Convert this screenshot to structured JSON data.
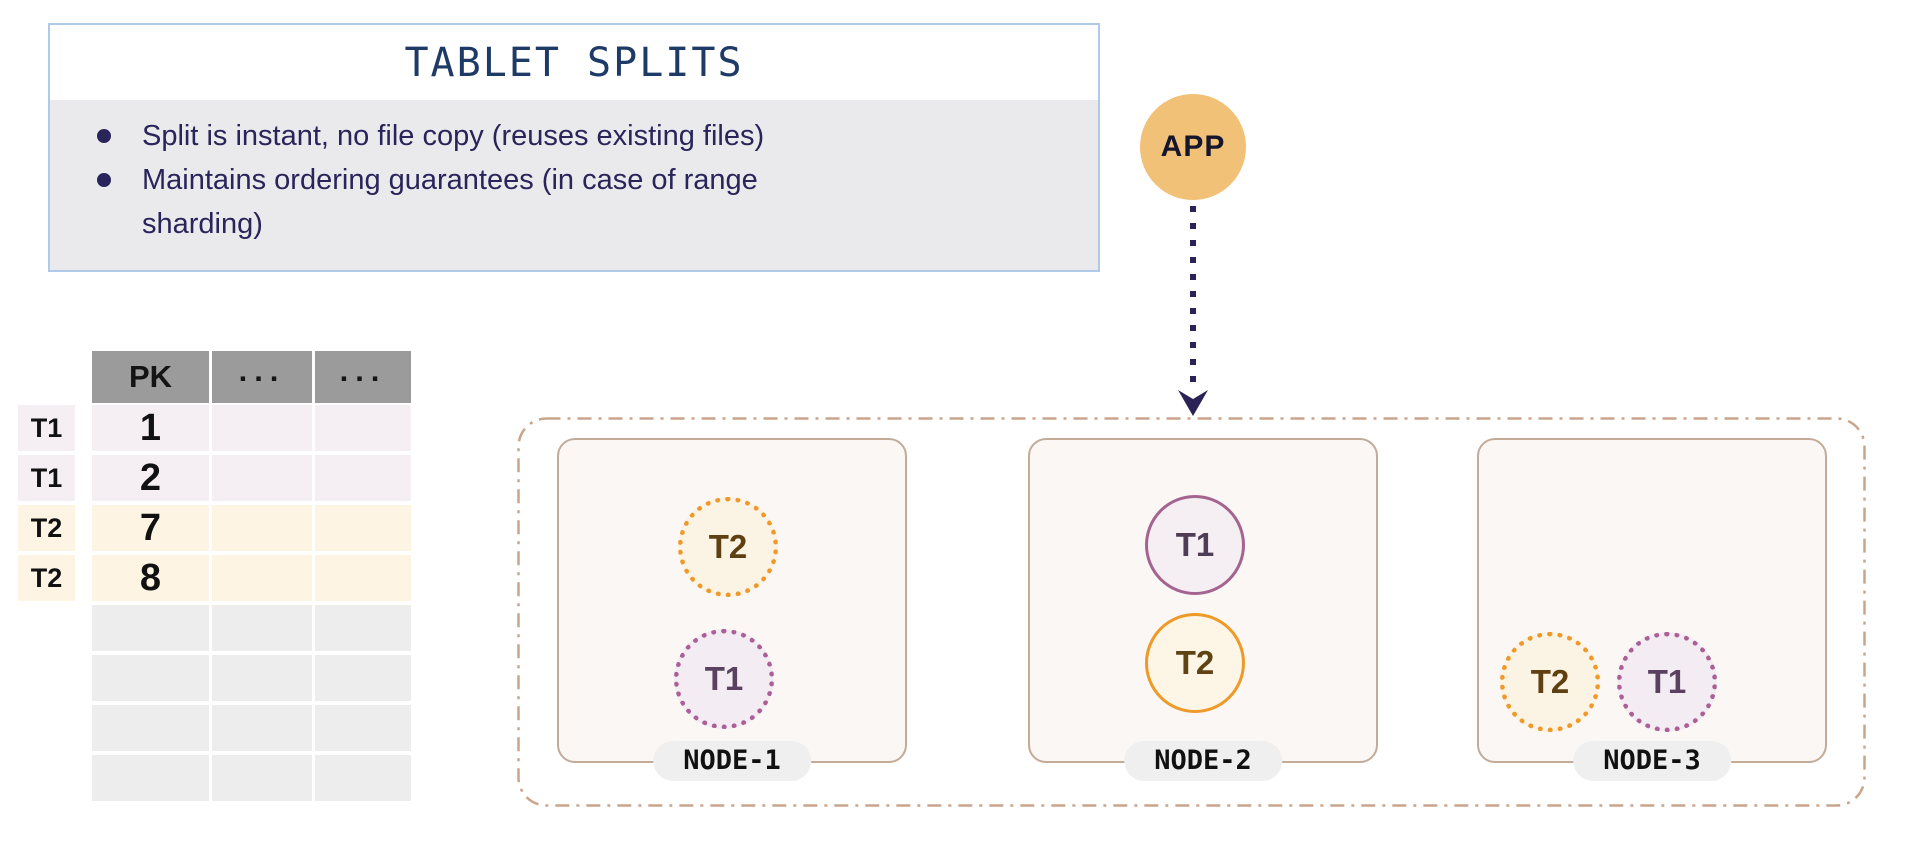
{
  "info_box": {
    "title": "TABLET SPLITS",
    "bullets": [
      {
        "lines": [
          "Split is instant, no file copy (reuses existing files)",
          ""
        ]
      },
      {
        "lines": [
          "Maintains ordering guarantees (in case of range",
          "sharding)"
        ]
      }
    ]
  },
  "app": {
    "label": "APP"
  },
  "table": {
    "headers": [
      "PK",
      "...",
      "..."
    ],
    "rows": [
      {
        "tablet": "T1",
        "pk": "1"
      },
      {
        "tablet": "T1",
        "pk": "2"
      },
      {
        "tablet": "T2",
        "pk": "7"
      },
      {
        "tablet": "T2",
        "pk": "8"
      }
    ],
    "empty_row_count": 4
  },
  "cluster": {
    "nodes": [
      {
        "label": "NODE-1",
        "tablets": [
          {
            "label": "T2",
            "style": "dotted-orange"
          },
          {
            "label": "T1",
            "style": "dotted-purple"
          }
        ]
      },
      {
        "label": "NODE-2",
        "tablets": [
          {
            "label": "T1",
            "style": "solid-purple"
          },
          {
            "label": "T2",
            "style": "solid-orange"
          }
        ]
      },
      {
        "label": "NODE-3",
        "tablets": [
          {
            "label": "T2",
            "style": "dotted-orange"
          },
          {
            "label": "T1",
            "style": "dotted-purple"
          }
        ]
      }
    ]
  },
  "colors": {
    "info_border": "#aecae8",
    "info_body_bg": "#eaeaec",
    "title_navy": "#1e3a66",
    "bullet_text": "#29245a",
    "app_fill": "#f2c178",
    "arrow_navy": "#2b2257",
    "cluster_border_tan": "#c9a58b",
    "node_border_tan": "#c3ab98",
    "node_bg": "#faf7f4",
    "tablet_orange": "#ef9a28",
    "tablet_purple": "#a4648f",
    "t1_row_bg": "#f5eff4",
    "t2_row_bg": "#fdf4e4",
    "empty_row_bg": "#ededed",
    "header_gray": "#9b9b9b"
  }
}
